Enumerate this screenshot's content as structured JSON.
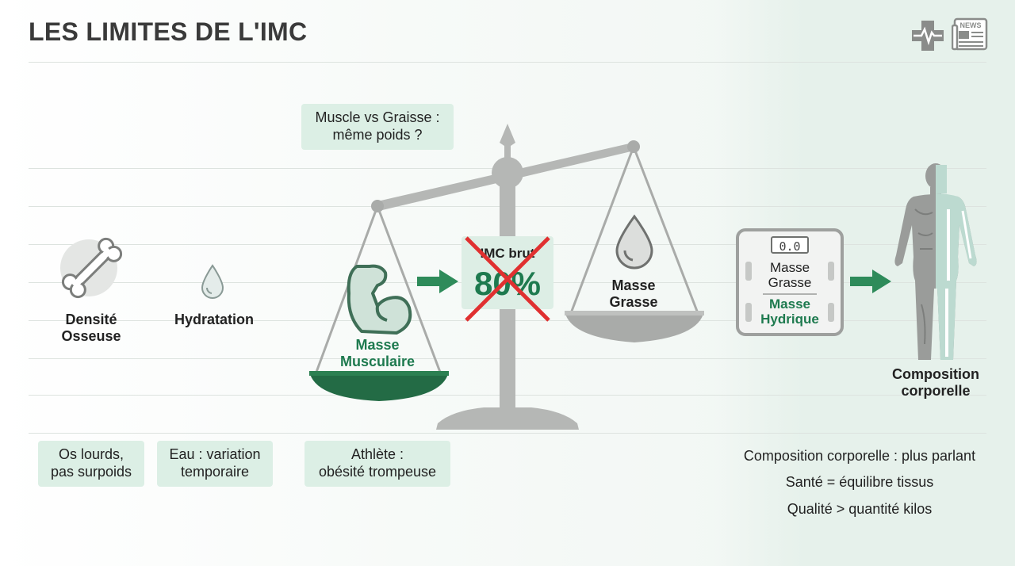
{
  "title": "LES LIMITES DE L'IMC",
  "header_icons": [
    "medical-cross-icon",
    "news-icon"
  ],
  "news_label": "NEWS",
  "factors": {
    "bone": {
      "label_line1": "Densité",
      "label_line2": "Osseuse",
      "icon": "bone-icon"
    },
    "water": {
      "label": "Hydratation",
      "icon": "water-drop-icon"
    }
  },
  "callout_top": {
    "line1": "Muscle vs Graisse :",
    "line2": "même poids ?"
  },
  "scale": {
    "left_pan_line1": "Masse",
    "left_pan_line2": "Musculaire",
    "right_pan_line1": "Masse",
    "right_pan_line2": "Grasse",
    "imc_box_label": "IMC brut",
    "imc_box_value": "80%"
  },
  "bio_scale": {
    "display": "0.0",
    "fat_line1": "Masse",
    "fat_line2": "Grasse",
    "water_line1": "Masse",
    "water_line2": "Hydrique"
  },
  "body": {
    "line1": "Composition",
    "line2": "corporelle"
  },
  "pills": [
    {
      "line1": "Os lourds,",
      "line2": "pas surpoids"
    },
    {
      "line1": "Eau : variation",
      "line2": "temporaire"
    },
    {
      "line1": "Athlète :",
      "line2": "obésité trompeuse"
    }
  ],
  "notes": [
    "Composition corporelle : plus parlant",
    "Santé = équilibre tissus",
    "Qualité > quantité kilos"
  ],
  "colors": {
    "accent_green": "#1e7a4f",
    "arrow_green": "#2e8b5a",
    "cross_red": "#e03030",
    "gray": "#a9aba9",
    "pill_bg": "#dcefe5"
  }
}
